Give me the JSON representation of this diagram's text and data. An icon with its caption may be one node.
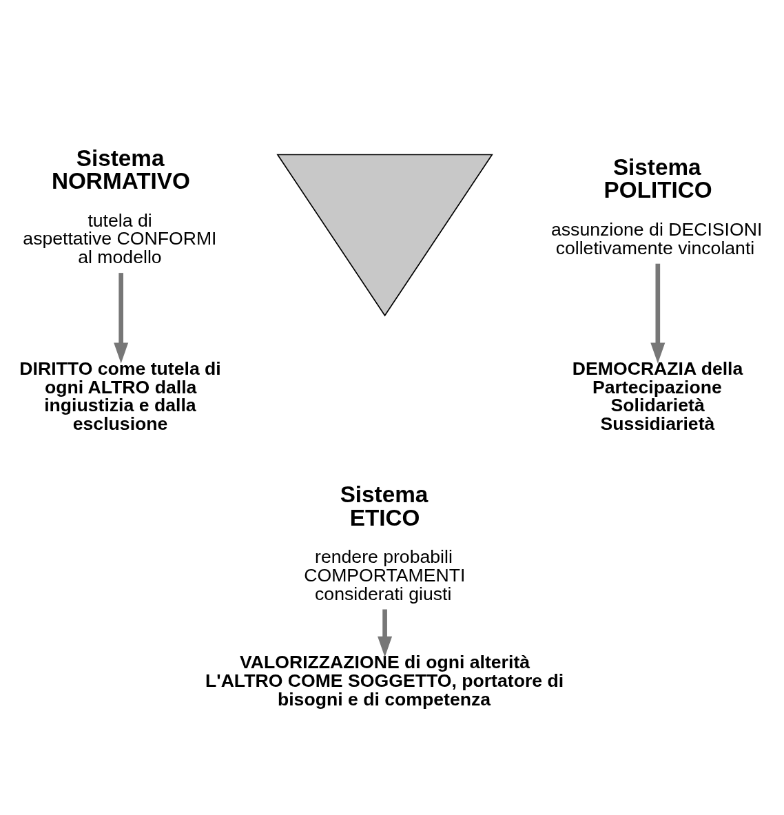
{
  "diagram": {
    "nodes": [
      {
        "text": [
          "Sistema NORMATIVO",
          "tutela di aspettative CONFORMI al modello"
        ]
      },
      {
        "text": [
          "DIRITTO come tutela di ogni ALTRO dalla ingiustizia e dalla esclusione"
        ]
      },
      {
        "text": [],
        "shape": "triangle"
      },
      {
        "text": [
          "Sistema POLITICO",
          "assunzione di DECISIONI colletivamente vincolanti"
        ]
      },
      {
        "text": [
          "DEMOCRAZIA della Partecipazione Solidarietà Sussidiarietà"
        ]
      },
      {
        "text": [
          "Sistema ETICO",
          "rendere probabili COMPORTAMENTI considerati giusti"
        ]
      },
      {
        "text": [
          "VALORIZZAZIONE di ogni alterità L'ALTRO COME SOGGETTO, portatore di bisogni e di competenza"
        ]
      }
    ],
    "edges": [
      {
        "from": 0,
        "to": 1,
        "arrow": "to"
      },
      {
        "from": 3,
        "to": 4,
        "arrow": "to"
      },
      {
        "from": 5,
        "to": 6,
        "arrow": "to"
      }
    ]
  }
}
